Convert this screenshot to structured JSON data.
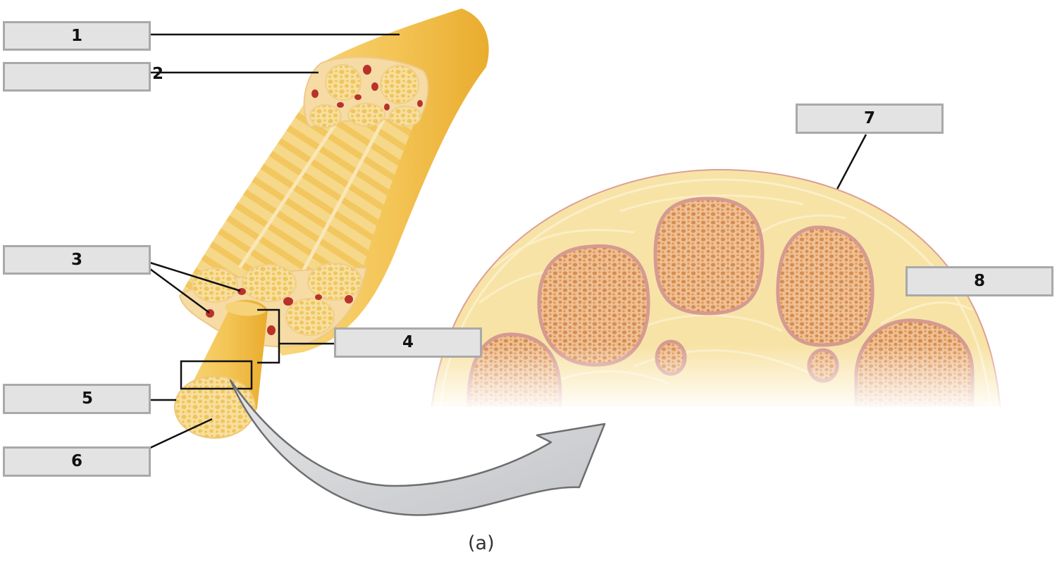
{
  "labels": [
    {
      "id": "1",
      "text": "1"
    },
    {
      "id": "2",
      "text": "2"
    },
    {
      "id": "3",
      "text": "3"
    },
    {
      "id": "4",
      "text": "4"
    },
    {
      "id": "5",
      "text": "5"
    },
    {
      "id": "6",
      "text": "6"
    },
    {
      "id": "7",
      "text": "7"
    },
    {
      "id": "8",
      "text": "8"
    }
  ],
  "caption": "(a)",
  "colors": {
    "nerve_yellow": "#f3c65a",
    "fascicle_fill": "#f5dca6",
    "axon_orange": "#e9a66a",
    "perineurium_pink": "#d9a29a",
    "blood_vessel_red": "#b8322a",
    "label_box_fill": "#e3e3e3",
    "label_box_border": "#a9a9a9",
    "arrow_gray": "#d3d4d6"
  }
}
